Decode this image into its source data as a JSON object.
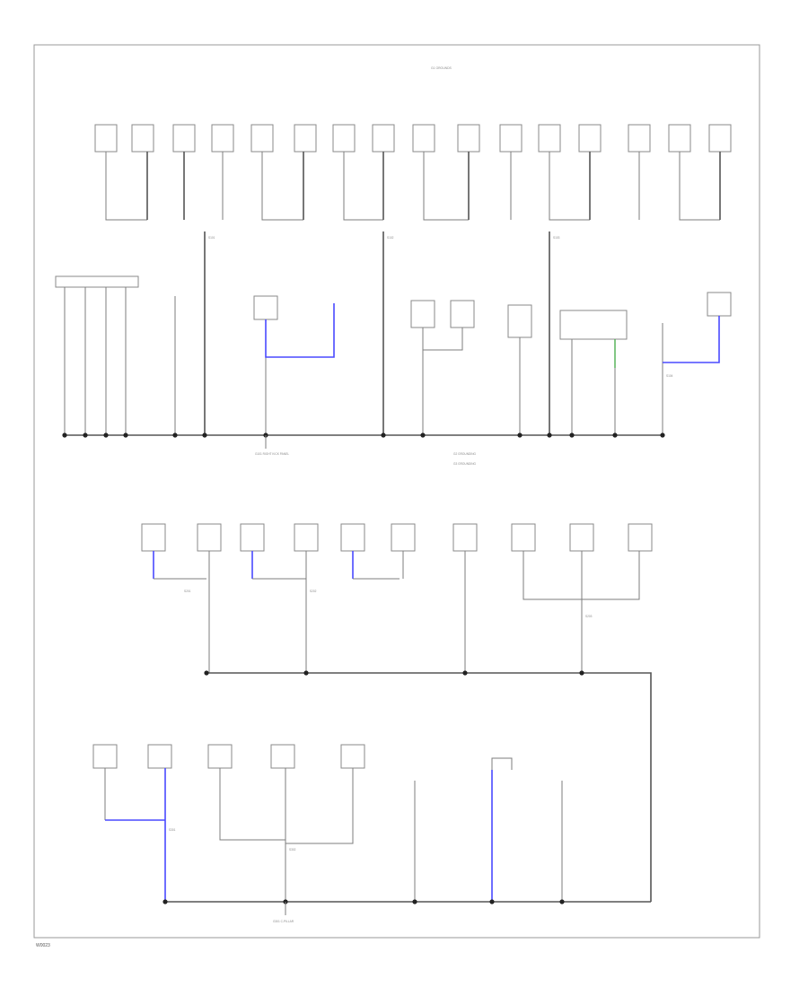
{
  "diagram": {
    "section_labels": [
      "G1 GROUNDS"
    ],
    "ground_labels": [
      "G101 RIGHT KICK PANEL",
      "G2 GROUNDING",
      "G3 GROUNDING",
      "G301 C-PILLAR"
    ],
    "splice_labels": [
      "S101",
      "S102",
      "S103",
      "S104",
      "S201",
      "S202",
      "S203",
      "S301",
      "S302"
    ],
    "corner_id": "W0023"
  }
}
